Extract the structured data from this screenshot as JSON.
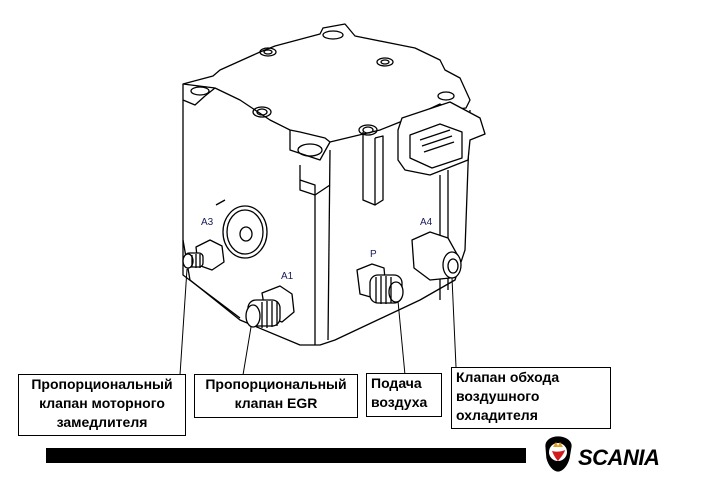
{
  "ports": {
    "a3": "A3",
    "a1": "A1",
    "p": "P",
    "a4": "A4"
  },
  "callouts": [
    {
      "lines": [
        "Пропорциональный",
        "клапан моторного",
        "замедлителя"
      ]
    },
    {
      "lines": [
        "Пропорциональный",
        "клапан EGR"
      ]
    },
    {
      "lines": [
        "Подача",
        "воздуха"
      ]
    },
    {
      "lines": [
        "Клапан обхода",
        "воздушного",
        "охладителя"
      ]
    }
  ],
  "logo": {
    "text": "SCANIA",
    "accent_red": "#d01c1c",
    "accent_gold": "#e0a020"
  }
}
